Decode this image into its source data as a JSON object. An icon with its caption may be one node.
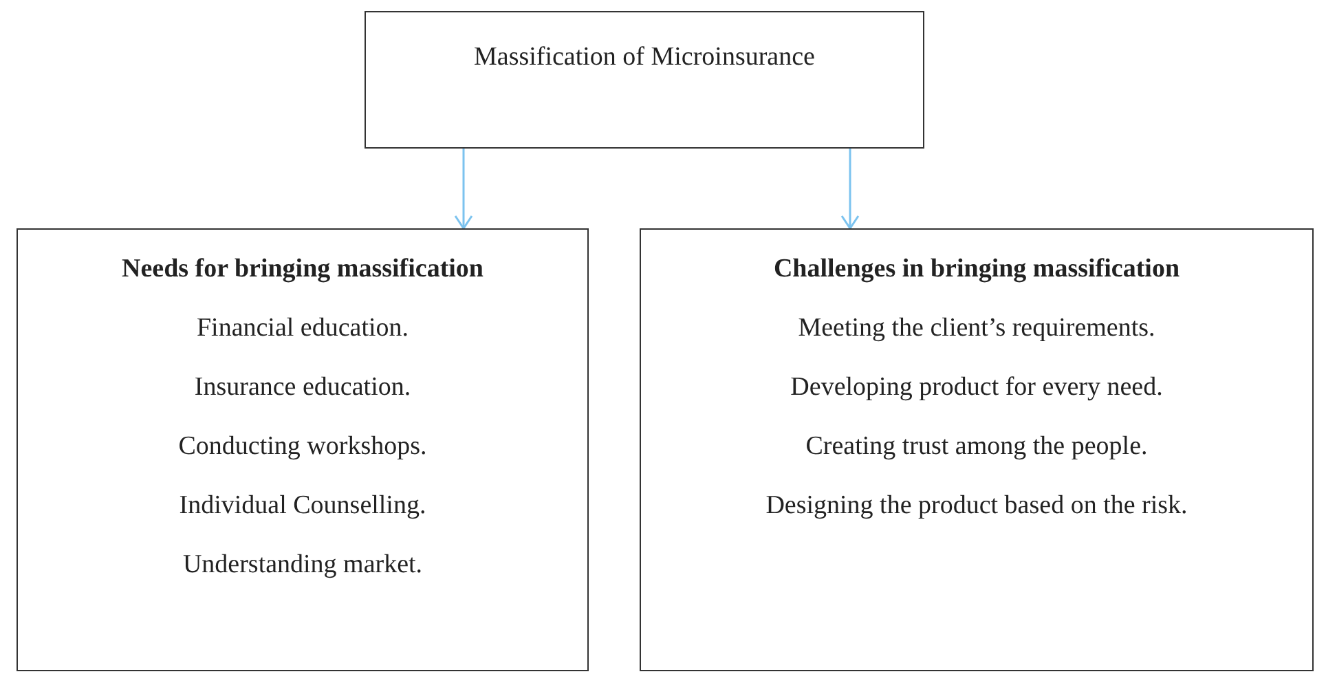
{
  "diagram": {
    "nodes": [
      {
        "text": [
          "Massification of Microinsurance"
        ]
      },
      {
        "text": [
          "Needs for bringing massification",
          "Financial education.",
          "Insurance education.",
          "Conducting workshops.",
          "Individual Counselling.",
          "Understanding market."
        ]
      },
      {
        "text": [
          "Challenges in bringing massification",
          "Meeting the client’s requirements.",
          "Developing product for every need.",
          "Creating trust among the people.",
          "Designing the product based on the risk."
        ]
      }
    ],
    "edges": [
      {
        "from": 0,
        "to": 1,
        "arrow": "to",
        "color": "#7cc3ef"
      },
      {
        "from": 0,
        "to": 2,
        "arrow": "to",
        "color": "#7cc3ef"
      }
    ]
  }
}
